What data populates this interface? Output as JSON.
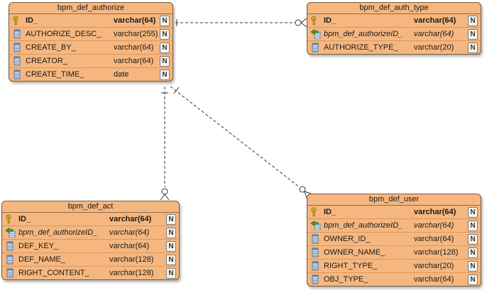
{
  "entities": {
    "authorize": {
      "name": "bpm_def_authorize",
      "columns": [
        {
          "name": "ID_",
          "type": "varchar(64)",
          "kind": "pk",
          "nullable": "N"
        },
        {
          "name": "AUTHORIZE_DESC_",
          "type": "varchar(255)",
          "kind": "col",
          "nullable": "N"
        },
        {
          "name": "CREATE_BY_",
          "type": "varchar(64)",
          "kind": "col",
          "nullable": "N"
        },
        {
          "name": "CREATOR_",
          "type": "varchar(64)",
          "kind": "col",
          "nullable": "N"
        },
        {
          "name": "CREATE_TIME_",
          "type": "date",
          "kind": "col",
          "nullable": "N"
        }
      ]
    },
    "auth_type": {
      "name": "bpm_def_auth_type",
      "columns": [
        {
          "name": "ID_",
          "type": "varchar(64)",
          "kind": "pk",
          "nullable": "N"
        },
        {
          "name": "bpm_def_authorizeID_",
          "type": "varchar(64)",
          "kind": "fk",
          "nullable": "N"
        },
        {
          "name": "AUTHORIZE_TYPE_",
          "type": "varchar(20)",
          "kind": "col",
          "nullable": "N"
        }
      ]
    },
    "act": {
      "name": "bpm_def_act",
      "columns": [
        {
          "name": "ID_",
          "type": "varchar(64)",
          "kind": "pk",
          "nullable": "N"
        },
        {
          "name": "bpm_def_authorizeID_",
          "type": "varchar(64)",
          "kind": "fk",
          "nullable": "N"
        },
        {
          "name": "DEF_KEY_",
          "type": "varchar(64)",
          "kind": "col",
          "nullable": "N"
        },
        {
          "name": "DEF_NAME_",
          "type": "varchar(128)",
          "kind": "col",
          "nullable": "N"
        },
        {
          "name": "RIGHT_CONTENT_",
          "type": "varchar(128)",
          "kind": "col",
          "nullable": "N"
        }
      ]
    },
    "user": {
      "name": "bpm_def_user",
      "columns": [
        {
          "name": "ID_",
          "type": "varchar(64)",
          "kind": "pk",
          "nullable": "N"
        },
        {
          "name": "bpm_def_authorizeID_",
          "type": "varchar(64)",
          "kind": "fk",
          "nullable": "N"
        },
        {
          "name": "OWNER_ID_",
          "type": "varchar(64)",
          "kind": "col",
          "nullable": "N"
        },
        {
          "name": "OWNER_NAME_",
          "type": "varchar(128)",
          "kind": "col",
          "nullable": "N"
        },
        {
          "name": "RIGHT_TYPE_",
          "type": "varchar(20)",
          "kind": "col",
          "nullable": "N"
        },
        {
          "name": "OBJ_TYPE_",
          "type": "varchar(64)",
          "kind": "col",
          "nullable": "N"
        }
      ]
    }
  },
  "relationships": [
    {
      "from": "authorize",
      "to": "auth_type",
      "cardinality": "one-to-zero-or-many",
      "style": "dashed"
    },
    {
      "from": "authorize",
      "to": "act",
      "cardinality": "one-to-zero-or-many",
      "style": "dashed"
    },
    {
      "from": "authorize",
      "to": "user",
      "cardinality": "one-to-zero-or-many",
      "style": "dashed"
    }
  ],
  "colors": {
    "entity_fill": "#f5b77f",
    "entity_border": "#7a5a3c",
    "row_divider": "#d9975e",
    "connector": "#333333"
  },
  "icons": {
    "pk": "key-icon",
    "fk": "foreign-key-icon",
    "col": "column-icon",
    "nullable": "nullable-n-icon"
  }
}
